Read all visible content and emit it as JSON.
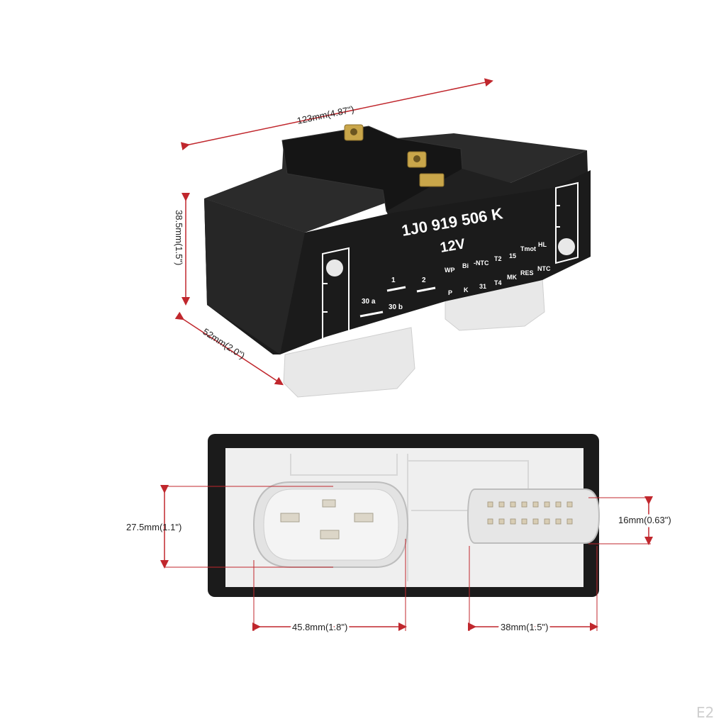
{
  "product": {
    "part_number": "1J0 919 506 K",
    "voltage": "12V"
  },
  "dimensions": {
    "length": "123mm(4.87\")",
    "height": "38.5mm(1.5\")",
    "depth": "52mm(2.0\")",
    "large_connector_height": "27.5mm(1.1\")",
    "large_connector_width": "45.8mm(1.8\")",
    "small_connector_height": "16mm(0.63\")",
    "small_connector_offset": "38mm(1.5\")"
  },
  "terminals": {
    "t30a": "30 a",
    "t1": "1",
    "t30b": "30 b",
    "t2": "2",
    "wp": "WP",
    "bi": "Bi",
    "ntc_neg": "-NTC",
    "t_t2": "T2",
    "t15": "15",
    "tmot": "Tmot",
    "hl": "HL",
    "p": "P",
    "k": "K",
    "t31": "31",
    "t4": "T4",
    "mk": "MK",
    "res": "RES",
    "ntc": "NTC"
  },
  "watermark": "E2",
  "colors": {
    "body": "#1b1b1b",
    "connector": "#e9e9e9",
    "dim_line": "#c0272d",
    "brass": "#c9a64a"
  }
}
